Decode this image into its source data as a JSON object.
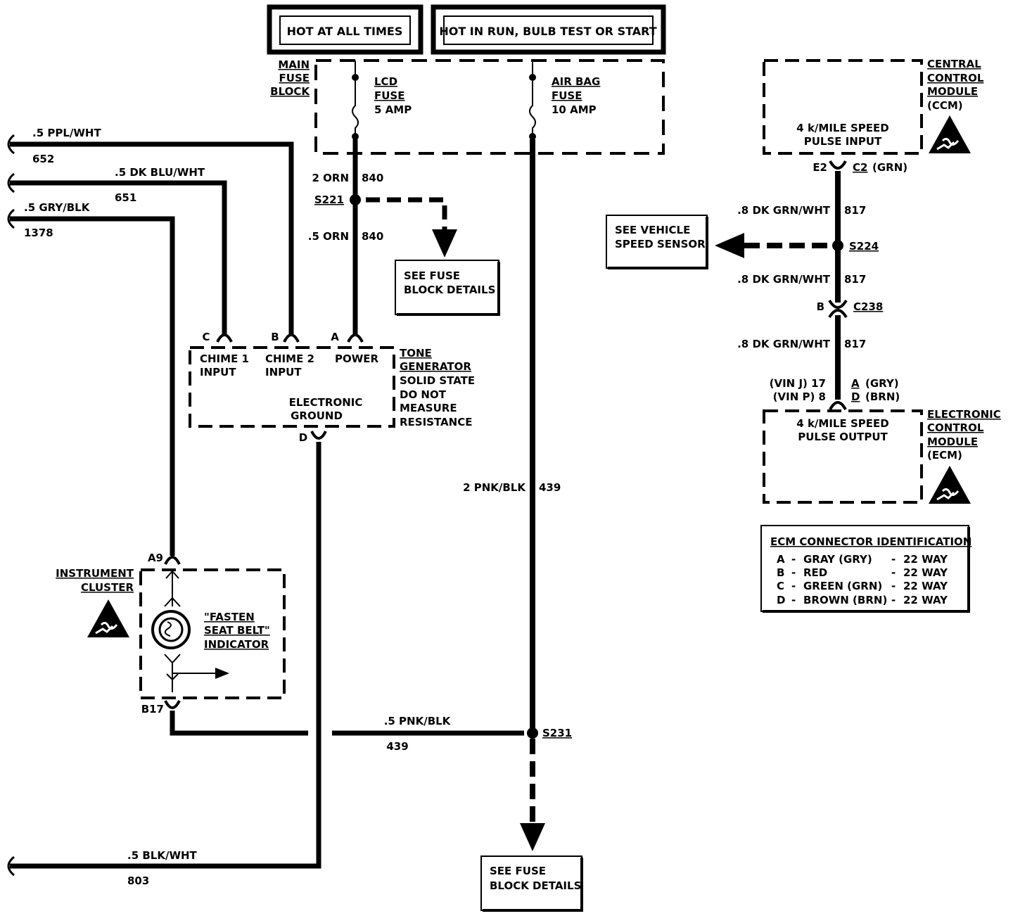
{
  "headers": {
    "hot_always": "HOT AT ALL TIMES",
    "hot_run": "HOT IN RUN, BULB TEST OR START"
  },
  "fuse_block": {
    "label": [
      "MAIN",
      "FUSE",
      "BLOCK"
    ],
    "lcd_fuse": [
      "LCD",
      "FUSE",
      "5 AMP"
    ],
    "airbag_fuse": [
      "AIR BAG",
      "FUSE",
      "10 AMP"
    ]
  },
  "wires": {
    "w652_color": ".5 PPL/WHT",
    "w652_num": "652",
    "w651_color": ".5 DK BLU/WHT",
    "w651_num": "651",
    "w1378_color": ".5 GRY/BLK",
    "w1378_num": "1378",
    "w840a_color": "2 ORN",
    "w840a_num": "840",
    "w840b_color": ".5 ORN",
    "w840b_num": "840",
    "w439a_color": "2 PNK/BLK",
    "w439a_num": "439",
    "w439b_color": ".5 PNK/BLK",
    "w439b_num": "439",
    "w803_color": ".5 BLK/WHT",
    "w803_num": "803",
    "w817a_color": ".8 DK GRN/WHT",
    "w817a_num": "817",
    "w817b_color": ".8 DK GRN/WHT",
    "w817b_num": "817",
    "w817c_color": ".8 DK GRN/WHT",
    "w817c_num": "817"
  },
  "splices": {
    "s221": "S221",
    "s224": "S224",
    "s231": "S231"
  },
  "see_boxes": {
    "fuse_1": [
      "SEE FUSE",
      "BLOCK DETAILS"
    ],
    "fuse_2": [
      "SEE FUSE",
      "BLOCK DETAILS"
    ],
    "vss": [
      "SEE VEHICLE",
      "SPEED SENSOR"
    ]
  },
  "tone_generator": {
    "pins": {
      "c": "C",
      "b": "B",
      "a": "A",
      "d": "D"
    },
    "chime1": [
      "CHIME 1",
      "INPUT"
    ],
    "chime2": [
      "CHIME 2",
      "INPUT"
    ],
    "power": "POWER",
    "ground": [
      "ELECTRONIC",
      "GROUND"
    ],
    "title": [
      "TONE",
      "GENERATOR"
    ],
    "notes": [
      "SOLID STATE",
      "DO NOT",
      "MEASURE",
      "RESISTANCE"
    ]
  },
  "cluster": {
    "label": [
      "INSTRUMENT",
      "CLUSTER"
    ],
    "pin_top": "A9",
    "pin_bottom": "B17",
    "indicator": [
      "\"FASTEN",
      "SEAT BELT\"",
      "INDICATOR"
    ]
  },
  "ccm": {
    "label": [
      "CENTRAL",
      "CONTROL",
      "MODULE",
      "(CCM)"
    ],
    "input": [
      "4 k/MILE SPEED",
      "PULSE INPUT"
    ],
    "pin_left": "E2",
    "pin_right": "C2",
    "pin_right_color": "(GRN)"
  },
  "c238": {
    "pin": "B",
    "name": "C238"
  },
  "ecm": {
    "label": [
      "ELECTRONIC",
      "CONTROL",
      "MODULE",
      "(ECM)"
    ],
    "output": [
      "4 k/MILE SPEED",
      "PULSE OUTPUT"
    ],
    "vin_j": "(VIN J)  17",
    "vin_p": "(VIN P)  8",
    "pin_a": "A",
    "pin_a_color": "(GRY)",
    "pin_d": "D",
    "pin_d_color": "(BRN)"
  },
  "ecm_table": {
    "title": "ECM CONNECTOR IDENTIFICATION",
    "rows": [
      {
        "letter": "A",
        "sep": "-",
        "color": "GRAY (GRY)",
        "dash": "-",
        "ways": "22 WAY"
      },
      {
        "letter": "B",
        "sep": "-",
        "color": "RED",
        "dash": "-",
        "ways": "22 WAY"
      },
      {
        "letter": "C",
        "sep": "-",
        "color": "GREEN (GRN)",
        "dash": "-",
        "ways": "22 WAY"
      },
      {
        "letter": "D",
        "sep": "-",
        "color": "BROWN (BRN)",
        "dash": "-",
        "ways": "22 WAY"
      }
    ]
  }
}
